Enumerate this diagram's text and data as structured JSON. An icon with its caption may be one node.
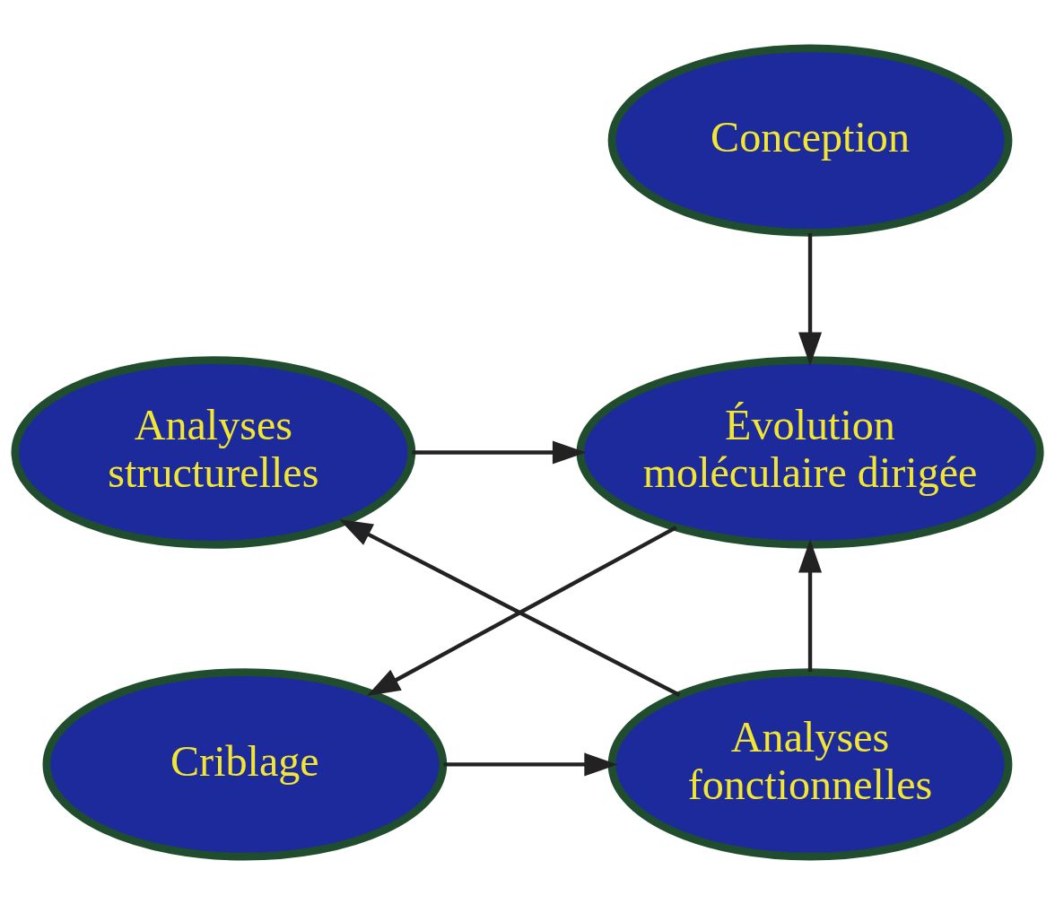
{
  "diagram": {
    "nodes": [
      {
        "text": [
          "Conception"
        ]
      },
      {
        "text": [
          "Analyses structurelles"
        ]
      },
      {
        "text": [
          "Évolution moléculaire dirigée"
        ]
      },
      {
        "text": [
          "Analyses fonctionnelles"
        ]
      },
      {
        "text": [
          "Criblage"
        ]
      }
    ],
    "edges": [
      {
        "from": 0,
        "to": 2,
        "arrow": "to"
      },
      {
        "from": 1,
        "to": 2,
        "arrow": "to"
      },
      {
        "from": 3,
        "to": 2,
        "arrow": "to"
      },
      {
        "from": 2,
        "to": 4,
        "arrow": "to"
      },
      {
        "from": 4,
        "to": 3,
        "arrow": "to"
      },
      {
        "from": 3,
        "to": 1,
        "arrow": "to"
      }
    ]
  }
}
